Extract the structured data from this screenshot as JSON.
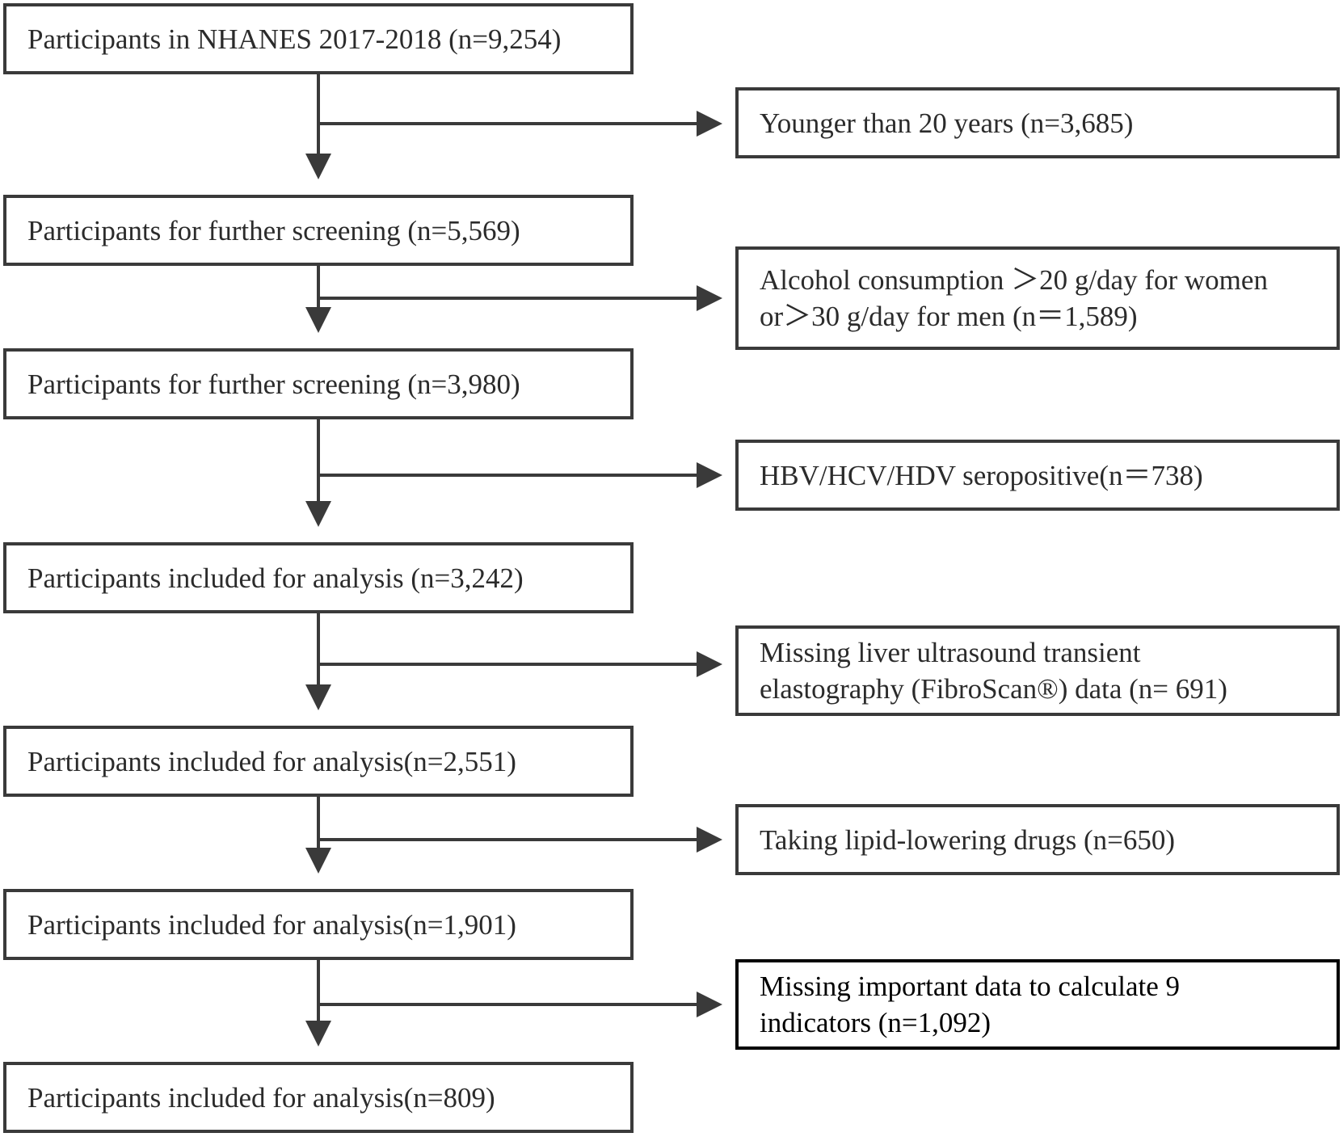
{
  "colors": {
    "line": "#3a3a3a",
    "text": "#2b2b2b",
    "emphasis_border": "#000000",
    "background": "#ffffff"
  },
  "main_steps": [
    {
      "text": "Participants in NHANES 2017-2018 (n=9,254)"
    },
    {
      "text": "Participants for further screening (n=5,569)"
    },
    {
      "text": "Participants for further screening (n=3,980)"
    },
    {
      "text": "Participants included for analysis (n=3,242)"
    },
    {
      "text": "Participants included for analysis(n=2,551)"
    },
    {
      "text": "Participants included for analysis(n=1,901)"
    },
    {
      "text": "Participants included for analysis(n=809)"
    }
  ],
  "exclusions": [
    {
      "lines": [
        "Younger than 20 years (n=3,685)"
      ]
    },
    {
      "lines": [
        "Alcohol consumption ＞20 g/day for women",
        "or＞30 g/day for men (n＝1,589)"
      ]
    },
    {
      "lines": [
        "HBV/HCV/HDV seropositive(n＝738)"
      ]
    },
    {
      "lines": [
        "Missing liver ultrasound transient",
        "elastography (FibroScan®) data (n= 691)"
      ]
    },
    {
      "lines": [
        "Taking lipid-lowering drugs (n=650)"
      ]
    },
    {
      "lines": [
        "Missing important data to calculate 9",
        "indicators  (n=1,092)"
      ]
    }
  ]
}
